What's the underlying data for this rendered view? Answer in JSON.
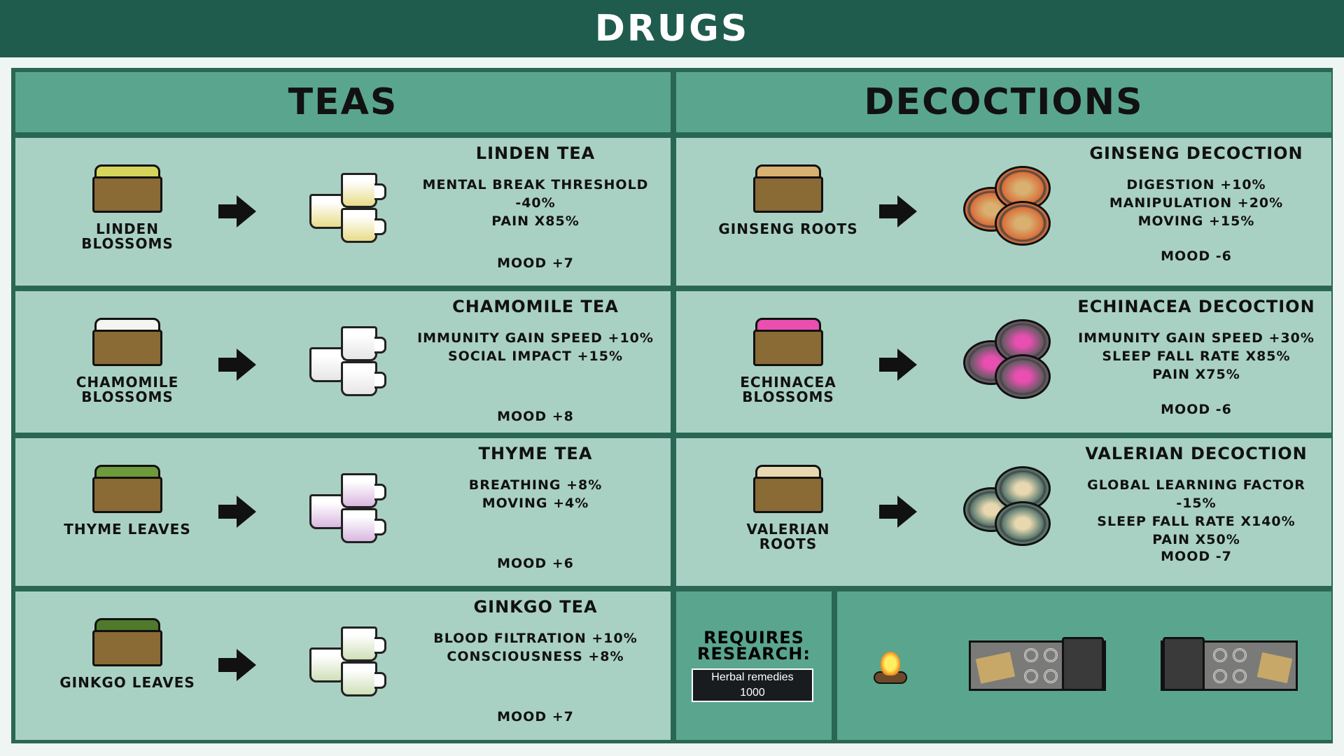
{
  "title": "DRUGS",
  "columns": [
    "TEAS",
    "DECOCTIONS"
  ],
  "teas": [
    {
      "source": "LINDEN BLOSSOMS",
      "name": "LINDEN TEA",
      "effects": [
        "MENTAL BREAK THRESHOLD",
        "-40%",
        "PAIN X85%"
      ],
      "mood": "MOOD +7",
      "color": "#e8dc8a",
      "top": "#d6d45a"
    },
    {
      "source": "CHAMOMILE BLOSSOMS",
      "name": "CHAMOMILE TEA",
      "effects": [
        "IMMUNITY GAIN SPEED +10%",
        "SOCIAL IMPACT +15%"
      ],
      "mood": "MOOD +8",
      "color": "#e6e6e6",
      "top": "#f4f4f0"
    },
    {
      "source": "THYME LEAVES",
      "name": "THYME TEA",
      "effects": [
        "BREATHING +8%",
        "MOVING +4%"
      ],
      "mood": "MOOD +6",
      "color": "#d9b8e0",
      "top": "#6d9a3a"
    },
    {
      "source": "GINKGO LEAVES",
      "name": "GINKGO TEA",
      "effects": [
        "BLOOD FILTRATION +10%",
        "CONSCIOUSNESS +8%"
      ],
      "mood": "MOOD +7",
      "color": "#cfe0b8",
      "top": "#4f7a2c"
    }
  ],
  "decoctions": [
    {
      "source": "GINSENG ROOTS",
      "name": "GINSENG DECOCTION",
      "effects": [
        "DIGESTION +10%",
        "MANIPULATION +20%",
        "MOVING +15%"
      ],
      "mood": "MOOD -6",
      "color": "#d9703a",
      "top": "#d8b070"
    },
    {
      "source": "ECHINACEA BLOSSOMS",
      "name": "ECHINACEA DECOCTION",
      "effects": [
        "IMMUNITY GAIN SPEED +30%",
        "SLEEP FALL RATE X85%",
        "PAIN X75%"
      ],
      "mood": "MOOD -6",
      "color": "#6a5a66",
      "top": "#e84fb0"
    },
    {
      "source": "VALERIAN ROOTS",
      "name": "VALERIAN DECOCTION",
      "effects": [
        "GLOBAL LEARNING FACTOR -15%",
        "SLEEP FALL RATE X140%",
        "PAIN X50%"
      ],
      "mood": "MOOD -7",
      "color": "#5a7a70",
      "top": "#e8d8b0"
    }
  ],
  "research": {
    "label": "REQUIRES RESEARCH:",
    "project": "Herbal remedies",
    "cost": "1000"
  },
  "stations": [
    "campfire-icon",
    "stove-icon",
    "electric-stove-icon"
  ]
}
